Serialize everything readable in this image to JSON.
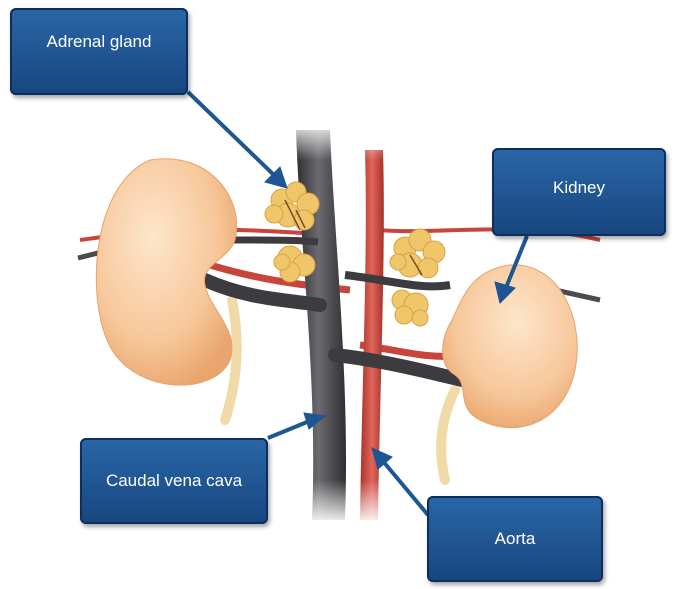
{
  "labels": {
    "adrenal_gland": "Adrenal gland",
    "kidney": "Kidney",
    "caudal_vena_cava": "Caudal vena cava",
    "aorta": "Aorta"
  },
  "colors": {
    "label_fill": "#1e5593",
    "label_border": "#0d2f5e",
    "kidney": "#f7c79a",
    "adrenal": "#f0c66a",
    "vena_cava": "#4a4a4f",
    "aorta": "#c8453b"
  }
}
